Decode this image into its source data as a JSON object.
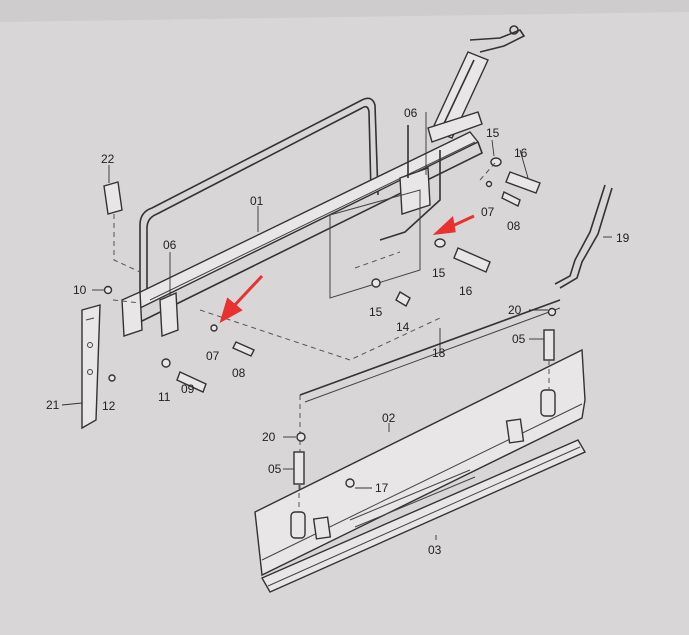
{
  "colors": {
    "paper": "#d9d6d8",
    "ink": "#333333",
    "highlight_arrow": "#e8322f"
  },
  "labels": {
    "l01": "01",
    "l02": "02",
    "l03": "03",
    "l05a": "05",
    "l05b": "05",
    "l06a": "06",
    "l06b": "06",
    "l07a": "07",
    "l07b": "07",
    "l08a": "08",
    "l08b": "08",
    "l09": "09",
    "l10": "10",
    "l11": "11",
    "l12": "12",
    "l14": "14",
    "l15a": "15",
    "l15b": "15",
    "l15c": "15",
    "l16a": "16",
    "l16b": "16",
    "l17": "17",
    "l18": "18",
    "l19": "19",
    "l20a": "20",
    "l20b": "20",
    "l21": "21",
    "l22": "22"
  },
  "arrows": [
    "red-arrow-to-07-right",
    "red-arrow-to-07-left"
  ]
}
